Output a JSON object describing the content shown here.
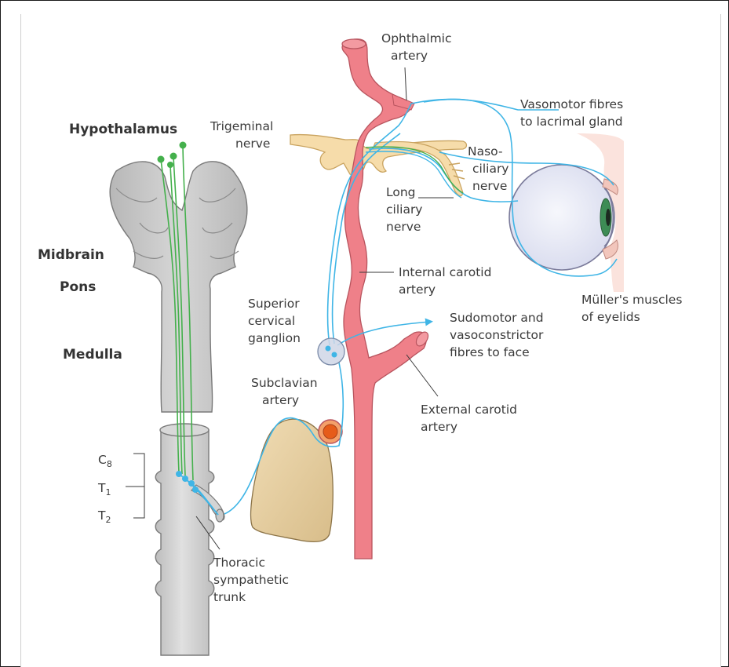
{
  "labels": {
    "hypothalamus": "Hypothalamus",
    "midbrain": "Midbrain",
    "pons": "Pons",
    "medulla": "Medulla",
    "c8_main": "C",
    "c8_sub": "8",
    "t1_main": "T",
    "t1_sub": "1",
    "t2_main": "T",
    "t2_sub": "2",
    "thoracic": [
      "Thoracic",
      "sympathetic",
      "trunk"
    ],
    "trigeminal": [
      "Trigeminal",
      "nerve"
    ],
    "ophthalmic": [
      "Ophthalmic",
      "artery"
    ],
    "vasomotor_lacrimal": [
      "Vasomotor fibres",
      "to lacrimal gland"
    ],
    "nasociliary": [
      "Naso-",
      "ciliary",
      "nerve"
    ],
    "long_ciliary": [
      "Long",
      "ciliary",
      "nerve"
    ],
    "internal_carotid": [
      "Internal carotid",
      "artery"
    ],
    "superior_cervical": [
      "Superior",
      "cervical",
      "ganglion"
    ],
    "sudomotor": [
      "Sudomotor and",
      "vasoconstrictor",
      "fibres to face"
    ],
    "external_carotid": [
      "External carotid",
      "artery"
    ],
    "subclavian": [
      "Subclavian",
      "artery"
    ],
    "muller": [
      "Müller's muscles",
      "of eyelids"
    ]
  },
  "colors": {
    "brainstem": "#c8c8c8",
    "brainstem_edge": "#7a7a7a",
    "spinal_cord": "#d2d2d2",
    "artery": "#ef8089",
    "artery_edge": "#b8545e",
    "nerve": "#f6dcaa",
    "nerve_edge": "#c9a35f",
    "sympathetic_fibre": "#3fb5e6",
    "central_fibre": "#44b04c",
    "lung": "#e9d3a9",
    "eyeball": "#eceef7",
    "skin": "#fbe3dd"
  }
}
